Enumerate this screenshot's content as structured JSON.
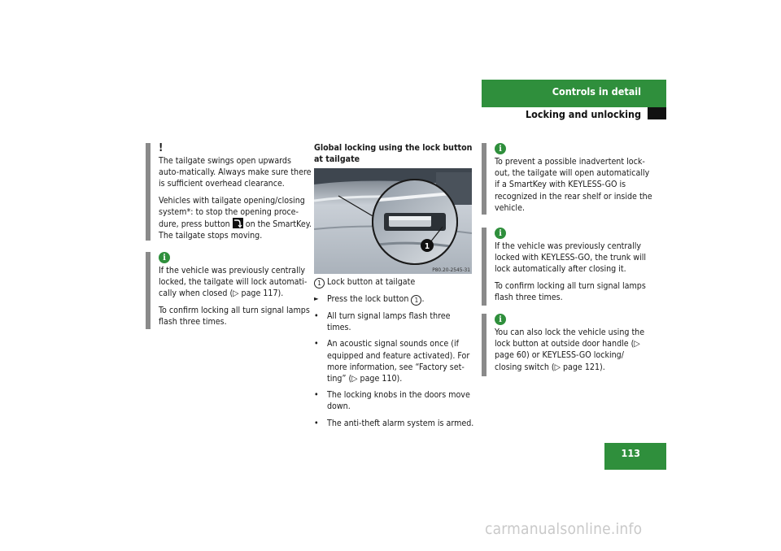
{
  "header": {
    "section": "Controls in detail",
    "subsection": "Locking and unlocking",
    "page_number": "113",
    "green": "#2f8f3c"
  },
  "left_column": {
    "warning": {
      "icon": "exclamation-icon",
      "symbol": "!",
      "para1": "The tailgate swings open upwards auto-matically. Always make sure there is sufficient overhead clearance.",
      "para2_before": "Vehicles with tailgate opening/closing system*: to stop the opening proce-dure, press button ",
      "para2_after": " on the SmartKey. The tailgate stops moving."
    },
    "info": {
      "icon": "info-icon",
      "symbol": "i",
      "para1": "If the vehicle was previously centrally locked, the tailgate will lock automati-cally when closed (▷ page 117).",
      "para2": "To confirm locking all turn signal lamps flash three times."
    }
  },
  "middle_column": {
    "heading": "Global locking using the lock button at tailgate",
    "figure_code": "P80.20-2545-31",
    "callout_number": "1",
    "legend_text": "Lock button at tailgate",
    "action": {
      "marker": "►",
      "text_before": "Press the lock button ",
      "text_after": "."
    },
    "bullets": [
      "All turn signal lamps flash three times.",
      "An acoustic signal sounds once (if equipped and feature activated). For more information, see “Factory set-ting” (▷ page 110).",
      "The locking knobs in the doors move down.",
      "The anti-theft alarm system is armed."
    ],
    "bullet_marker": "•"
  },
  "right_column": {
    "info1": "To prevent a possible inadvertent lock-out, the tailgate will open automatically if a SmartKey with KEYLESS-GO is recognized in the rear shelf or inside the vehicle.",
    "info2_p1": "If the vehicle was previously centrally locked with KEYLESS-GO, the trunk will lock automatically after closing it.",
    "info2_p2": "To confirm locking all turn signal lamps flash three times.",
    "info3": "You can also lock the vehicle using the lock button at outside door handle (▷ page 60) or KEYLESS-GO locking/ closing switch (▷ page 121).",
    "info_symbol": "i"
  },
  "watermark": "carmanualsonline.info"
}
